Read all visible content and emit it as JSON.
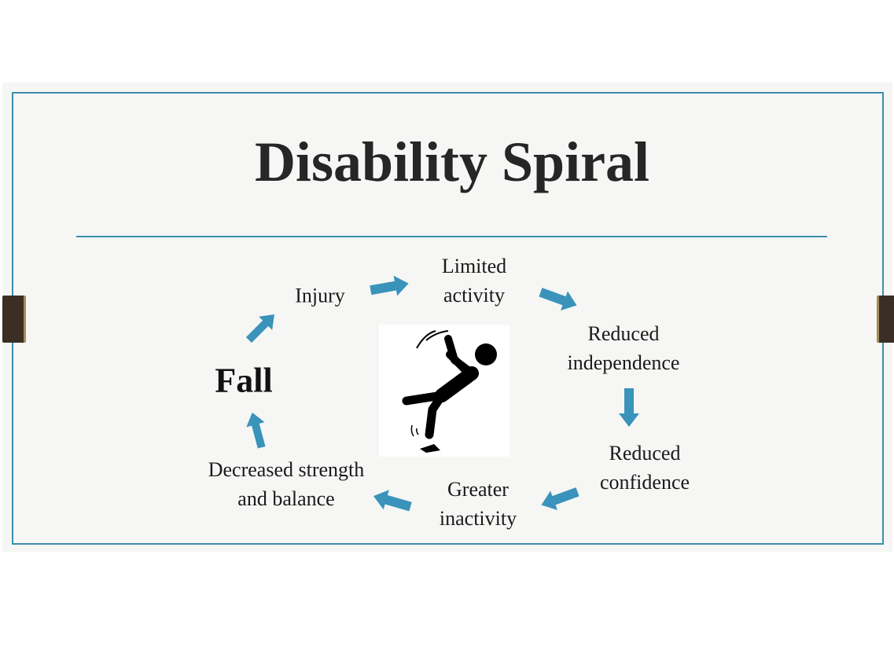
{
  "title": "Disability Spiral",
  "center_label": "Fall",
  "steps": [
    {
      "line1": "Injury"
    },
    {
      "line1": "Limited",
      "line2": "activity"
    },
    {
      "line1": "Reduced",
      "line2": "independence"
    },
    {
      "line1": "Reduced",
      "line2": "confidence"
    },
    {
      "line1": "Greater",
      "line2": "inactivity"
    },
    {
      "line1": "Decreased strength",
      "line2": "and balance"
    }
  ],
  "colors": {
    "accent": "#3b8fae",
    "arrow": "#3a93ba",
    "background": "#f6f6f5"
  },
  "icons": {
    "center_picture": "falling-person-icon"
  }
}
